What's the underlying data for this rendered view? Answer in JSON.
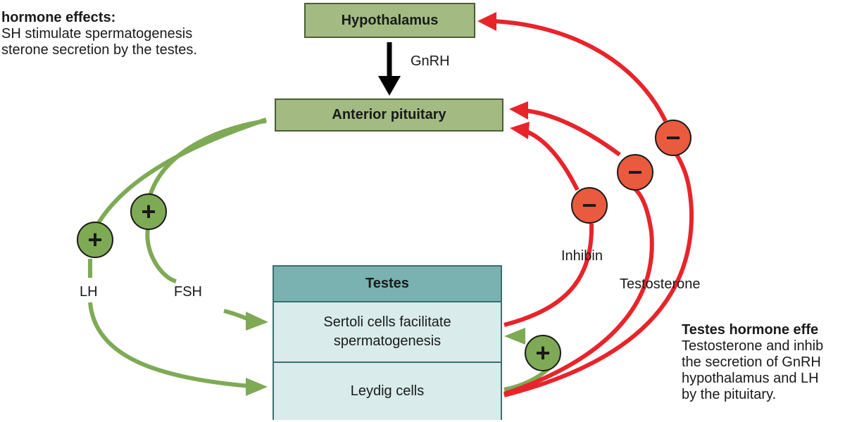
{
  "left_note": {
    "title": "hormone effects:",
    "line1": "SH stimulate spermatogenesis",
    "line2": "sterone secretion by the testes."
  },
  "boxes": {
    "hypothalamus": "Hypothalamus",
    "anterior_pituitary": "Anterior pituitary",
    "testes_header": "Testes",
    "sertoli_line1": "Sertoli cells facilitate",
    "sertoli_line2": "spermatogenesis",
    "leydig": "Leydig cells"
  },
  "labels": {
    "gnrh": "GnRH",
    "lh": "LH",
    "fsh": "FSH",
    "inhibin": "Inhibin",
    "testosterone": "Testosterone"
  },
  "signs": {
    "plus": "+",
    "minus": "−"
  },
  "right_note": {
    "title": "Testes hormone effe",
    "line1": "Testosterone and inhib",
    "line2": "the secretion of GnRH",
    "line3": "hypothalamus and LH",
    "line4": "by the pituitary."
  },
  "colors": {
    "stimulation": "#7eaa55",
    "inhibition": "#e8242b",
    "minus_fill": "#ea5a3e",
    "plus_fill": "#7eaa55",
    "box_green": "#a3bb83",
    "testes_header": "#79b2b0",
    "testes_body": "#d9ebeb"
  }
}
